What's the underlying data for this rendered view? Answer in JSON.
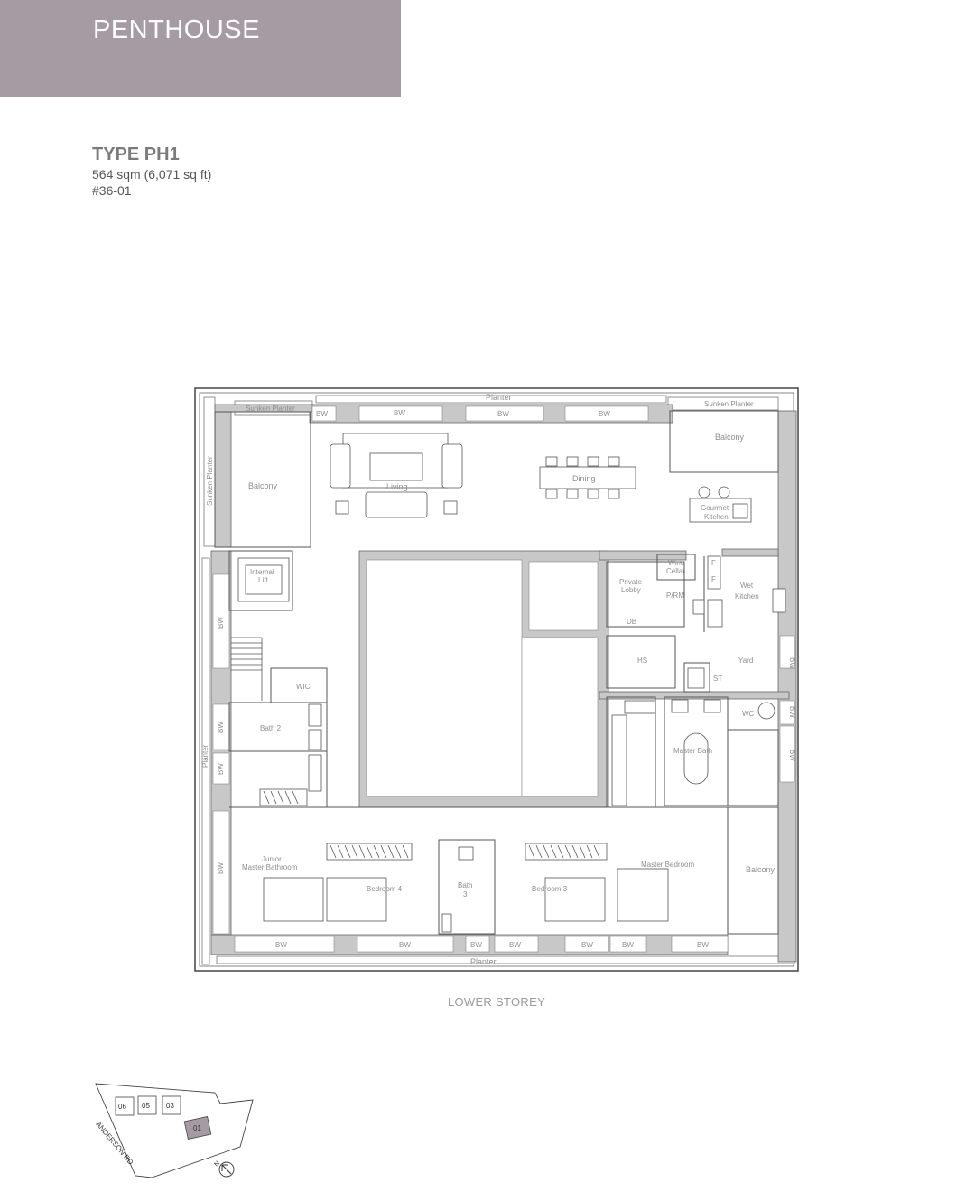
{
  "header": {
    "title": "PENTHOUSE"
  },
  "unit": {
    "type": "TYPE PH1",
    "area": "564 sqm (6,071 sq ft)",
    "number": "#36-01"
  },
  "plan": {
    "caption": "LOWER STOREY",
    "labels": {
      "planter_top": "Planter",
      "planter_bottom": "Planter",
      "planter_left": "Planter",
      "sunken_planter_tl": "Sunken Planter",
      "sunken_planter_tr": "Sunken Planter",
      "sunken_planter_left": "Sunken Planter",
      "balcony_left": "Balcony",
      "balcony_tr": "Balcony",
      "balcony_right": "Balcony",
      "living": "Living",
      "dining": "Dining",
      "gourmet_kitchen": "Gourmet",
      "gourmet_kitchen_2": "Kitchen",
      "internal_lift": "Internal",
      "internal_lift_2": "Lift",
      "private_lobby": "Private",
      "private_lobby_2": "Lobby",
      "wine_cellar": "Wine",
      "wine_cellar_2": "Cellar",
      "wet_kitchen": "Wet",
      "wet_kitchen_2": "Kitchen",
      "prm": "P/RM",
      "db": "DB",
      "hs": "HS",
      "yard": "Yard",
      "st": "ST",
      "wc": "WC",
      "fridge": "F",
      "master_bath": "Master Bath",
      "bath2": "Bath 2",
      "bath3": "Bath",
      "bath3_num": "3",
      "wic": "WIC",
      "junior_master_bath": "Junior",
      "junior_master_bath_2": "Master Bathroom",
      "bedroom4": "Bedroom 4",
      "bedroom3": "Bedroom 3",
      "master_bedroom": "Master Bedroom",
      "bw": "BW"
    }
  },
  "keyplan": {
    "units": [
      "06",
      "05",
      "03",
      "01"
    ],
    "road": "ANDERSON RD",
    "north": "N"
  },
  "colors": {
    "header_band": "#a69ba3",
    "wall": "#c8c8c8",
    "line": "#555555",
    "highlight": "#a69ba3"
  }
}
